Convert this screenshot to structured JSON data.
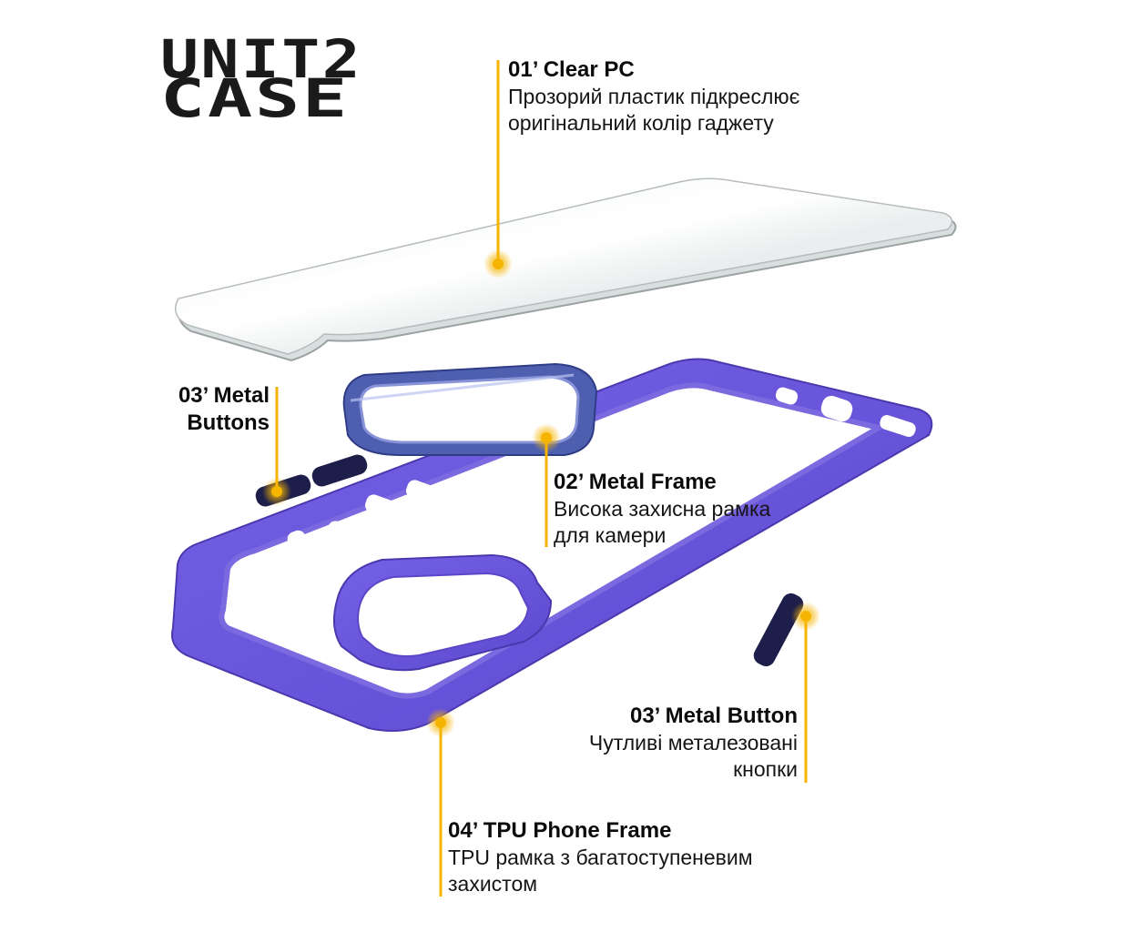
{
  "brand": {
    "line1": "UNIT2",
    "line2": "CASE"
  },
  "colors": {
    "accent": "#F5B400",
    "frame": "#6A55D8",
    "ring": "#5765B8",
    "button": "#1E1E4A"
  },
  "callouts": {
    "clear_pc": {
      "title": "01’ Clear PC",
      "desc": [
        "Прозорий пластик підкреслює",
        "оригінальний колір гаджету"
      ]
    },
    "metal_frame": {
      "title": "02’ Metal Frame",
      "desc": [
        "Висока захисна рамка",
        "для камери"
      ]
    },
    "metal_buttons": {
      "title": [
        "03’ Metal",
        "Buttons"
      ]
    },
    "metal_button": {
      "title": "03’ Metal Button",
      "desc": [
        "Чутливі металезовані",
        "кнопки"
      ]
    },
    "tpu_frame": {
      "title": "04’ TPU Phone Frame",
      "desc": [
        "TPU рамка з багатоступеневим",
        "захистом"
      ]
    }
  }
}
